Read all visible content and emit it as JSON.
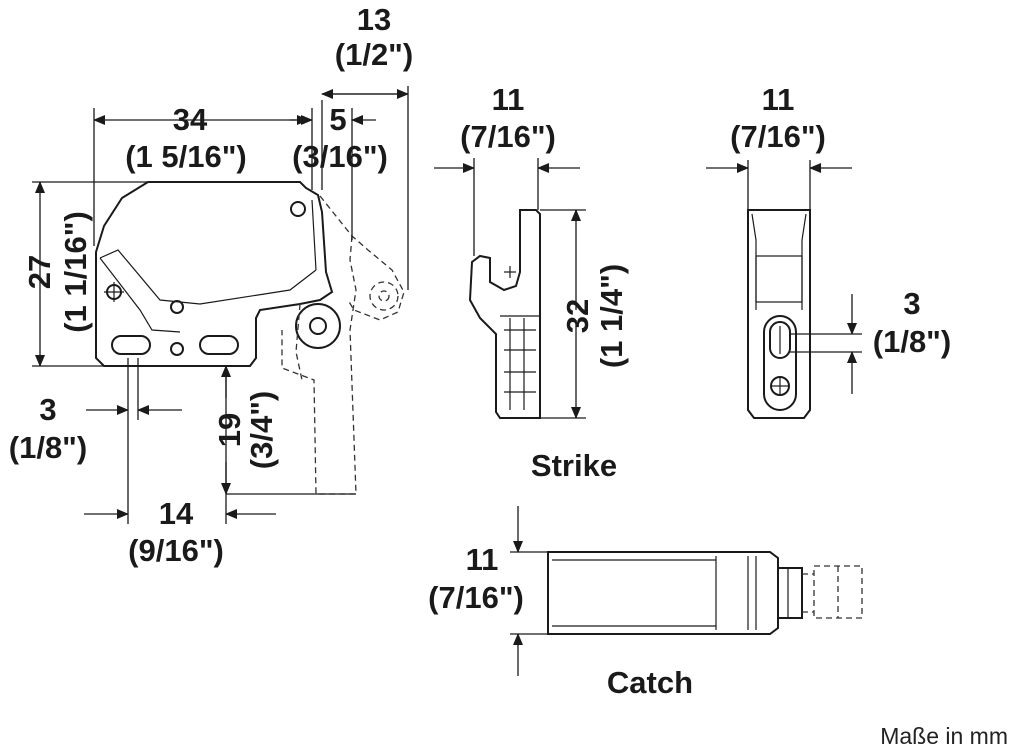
{
  "catch_dims": {
    "depth_overhang_mm": "13",
    "depth_overhang_in": "(1/2\")",
    "length_mm": "34",
    "length_in": "(1 5/16\")",
    "travel_mm": "5",
    "travel_in": "(3/16\")",
    "height_mm": "27",
    "height_in": "(1 1/16\")",
    "slot_mm": "3",
    "slot_in": "(1/8\")",
    "drop_mm": "19",
    "drop_in": "(3/4\")",
    "hole_spacing_mm": "14",
    "hole_spacing_in": "(9/16\")"
  },
  "strike_dims": {
    "width_mm": "11",
    "width_in": "(7/16\")",
    "height_mm": "32",
    "height_in": "(1 1/4\")"
  },
  "strike_front_dims": {
    "width_mm": "11",
    "width_in": "(7/16\")",
    "slot_mm": "3",
    "slot_in": "(1/8\")"
  },
  "catch_view_dims": {
    "height_mm": "11",
    "height_in": "(7/16\")"
  },
  "labels": {
    "strike": "Strike",
    "catch": "Catch",
    "units_note": "Maße in mm"
  }
}
